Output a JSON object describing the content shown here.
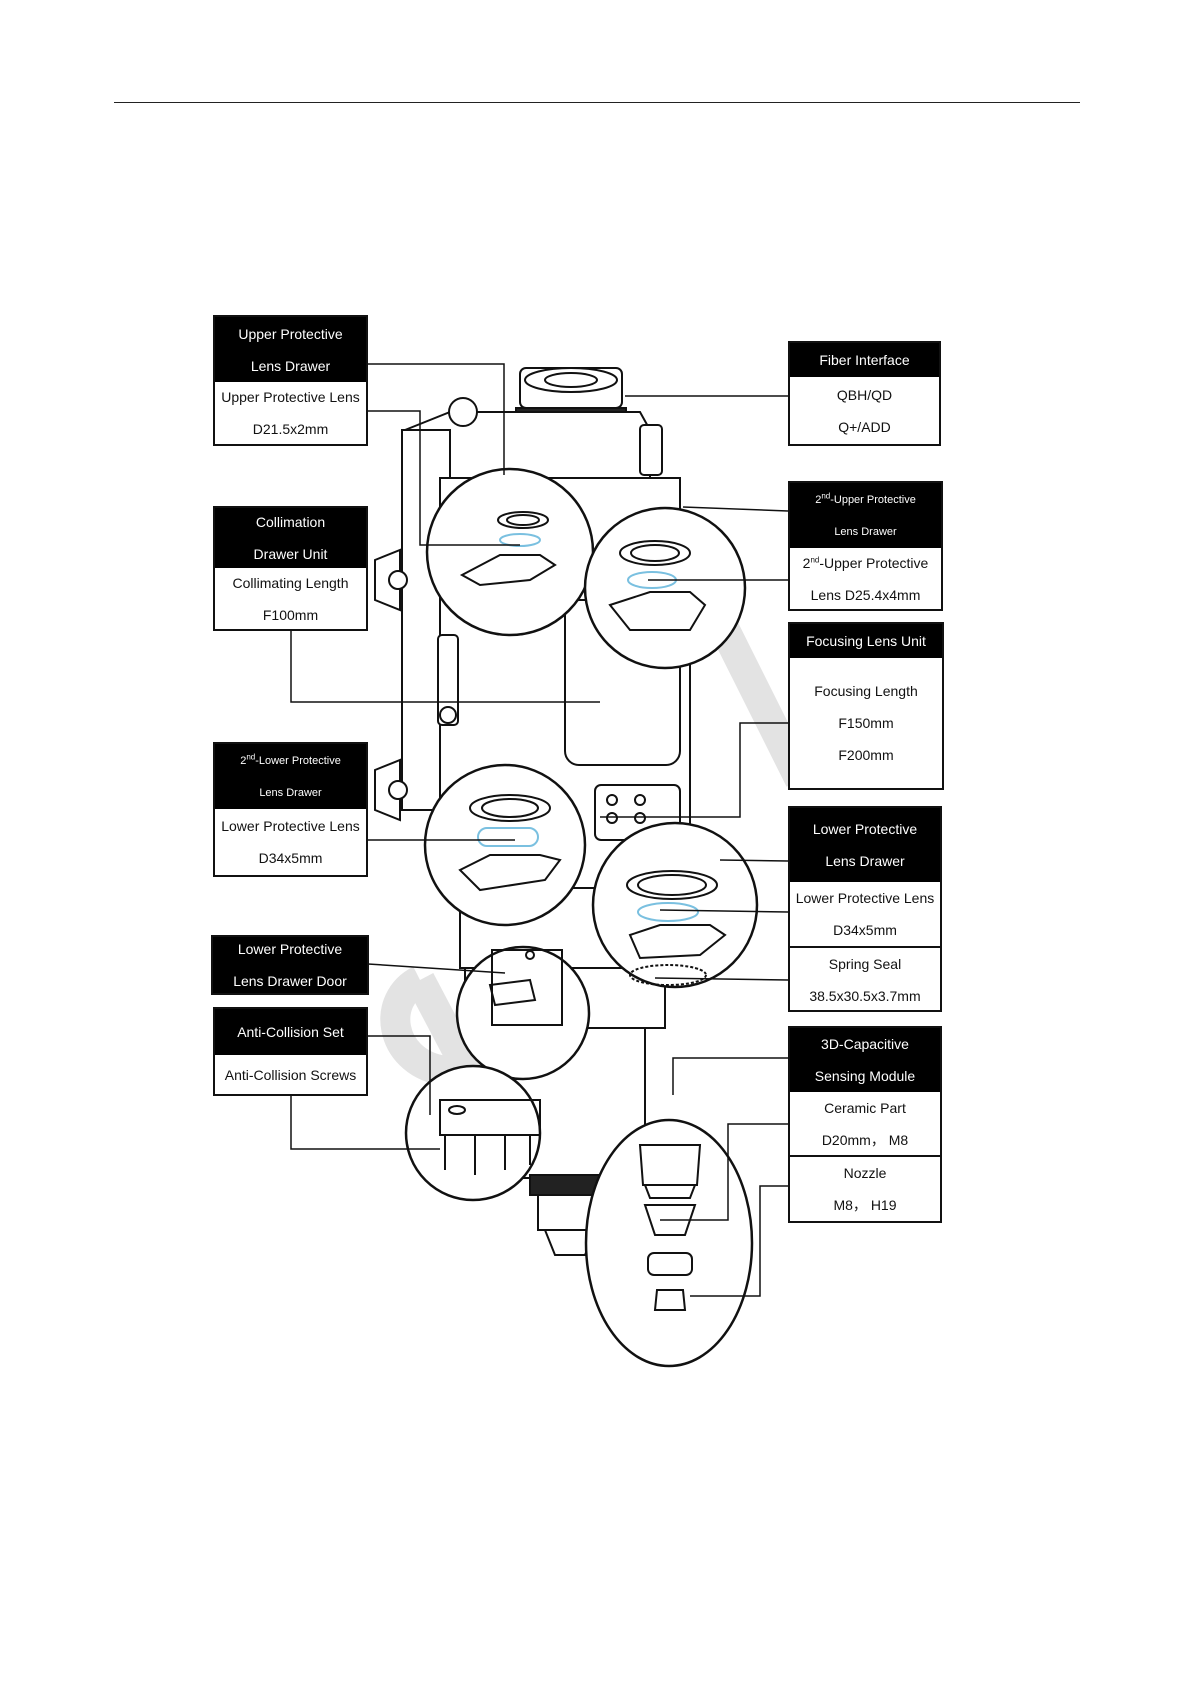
{
  "callouts": {
    "upper_drawer": {
      "title_1": "Upper Protective",
      "title_2": "Lens Drawer",
      "line_1": "Upper Protective Lens",
      "line_2": "D21.5x2mm"
    },
    "fiber": {
      "title": "Fiber Interface",
      "line_1": "QBH/QD",
      "line_2": "Q+/ADD"
    },
    "collimation": {
      "title_1": "Collimation",
      "title_2": "Drawer Unit",
      "line_1": "Collimating Length",
      "line_2": "F100mm"
    },
    "second_upper": {
      "title_sup": "nd",
      "title_1": "-Upper Protective",
      "title_2": "Lens Drawer",
      "line_1_sup": "nd",
      "line_1": "-Upper Protective",
      "line_2": "Lens D25.4x4mm",
      "ordinal": "2"
    },
    "focusing": {
      "title": "Focusing Lens Unit",
      "line_1": "Focusing Length",
      "line_2": "F150mm",
      "line_3": "F200mm"
    },
    "second_lower": {
      "ordinal": "2",
      "title_sup": "nd",
      "title_1": "-Lower Protective",
      "title_2": "Lens Drawer",
      "line_1": "Lower Protective Lens",
      "line_2": "D34x5mm"
    },
    "lower_drawer": {
      "title_1": "Lower Protective",
      "title_2": "Lens Drawer",
      "line_1": "Lower Protective Lens",
      "line_2": "D34x5mm",
      "line_3": "Spring Seal",
      "line_4": "38.5x30.5x3.7mm"
    },
    "lower_door": {
      "title_1": "Lower Protective",
      "title_2": "Lens Drawer Door"
    },
    "anti_collision": {
      "title": "Anti-Collision Set",
      "line_1": "Anti-Collision Screws"
    },
    "capacitive": {
      "title_1": "3D-Capacitive",
      "title_2": "Sensing Module",
      "line_1": "Ceramic Part",
      "line_2": "D20mm， M8",
      "line_3": "Nozzle",
      "line_4": "M8， H19"
    }
  },
  "watermark": "BOCI"
}
